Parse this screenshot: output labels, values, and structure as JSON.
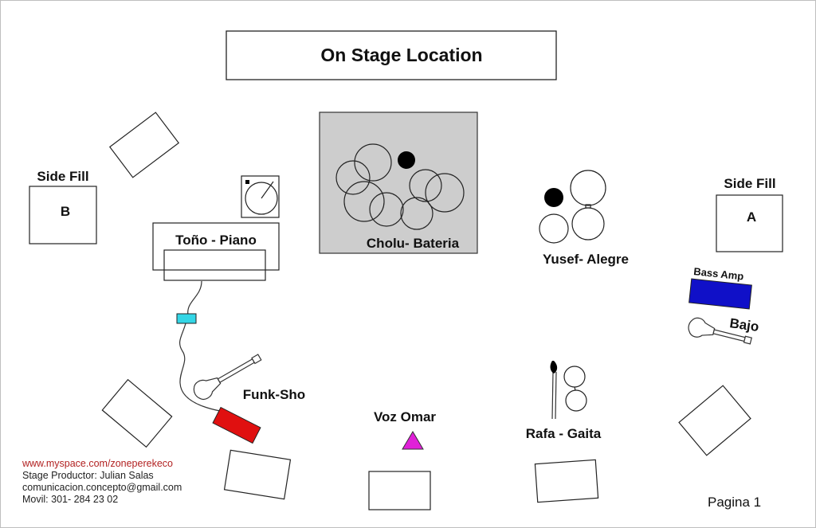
{
  "title": "On Stage Location",
  "side_fill_b": {
    "label": "Side Fill",
    "letter": "B"
  },
  "side_fill_a": {
    "label": "Side Fill",
    "letter": "A"
  },
  "drums": {
    "label": "Cholu- Bateria"
  },
  "percussion": {
    "label": "Yusef- Alegre"
  },
  "piano": {
    "label": "Toño - Piano"
  },
  "bass_amp": {
    "label": "Bass Amp",
    "color": "#1010c8"
  },
  "bass": {
    "label": "Bajo"
  },
  "guitar": {
    "label": "Funk-Sho"
  },
  "vocals": {
    "label": "Voz Omar",
    "color": "#e020d8"
  },
  "gaita": {
    "label": "Rafa - Gaita"
  },
  "pedal": {
    "color": "#33d6e6"
  },
  "guitar_amp": {
    "color": "#e01010"
  },
  "contact": {
    "website": "www.myspace.com/zoneperekeco",
    "producer": "Stage Productor:  Julian Salas",
    "email": "comunicacion.concepto@gmail.com",
    "phone": "Movil: 301- 284 23 02"
  },
  "page_label": "Pagina 1"
}
